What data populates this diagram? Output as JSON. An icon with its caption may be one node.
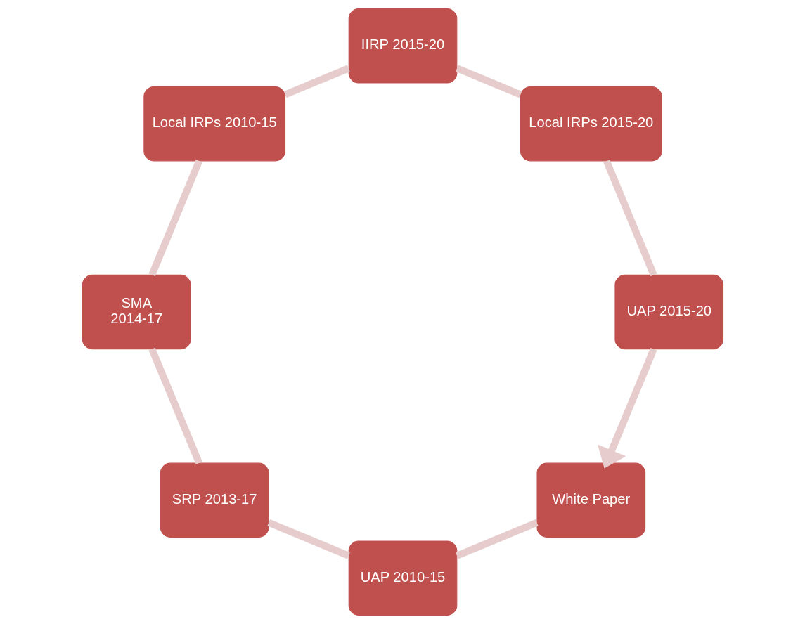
{
  "diagram": {
    "nodes": [
      {
        "text": [
          "White Paper"
        ]
      },
      {
        "text": [
          "UAP 2010-15"
        ]
      },
      {
        "text": [
          "SRP 2013-17"
        ]
      },
      {
        "text": [
          "SMA",
          "2014-17"
        ]
      },
      {
        "text": [
          "Local IRPs 2010-15"
        ]
      },
      {
        "text": [
          "IIRP 2015-20"
        ]
      },
      {
        "text": [
          "Local IRPs 2015-20"
        ]
      },
      {
        "text": [
          "UAP 2015-20"
        ]
      }
    ],
    "edges": [
      {
        "from": 0,
        "to": 1,
        "arrow": "none"
      },
      {
        "from": 1,
        "to": 2,
        "arrow": "none"
      },
      {
        "from": 2,
        "to": 3,
        "arrow": "none"
      },
      {
        "from": 3,
        "to": 4,
        "arrow": "none"
      },
      {
        "from": 4,
        "to": 5,
        "arrow": "none"
      },
      {
        "from": 5,
        "to": 6,
        "arrow": "none"
      },
      {
        "from": 6,
        "to": 7,
        "arrow": "none"
      },
      {
        "from": 7,
        "to": 0,
        "arrow": "to"
      }
    ]
  }
}
